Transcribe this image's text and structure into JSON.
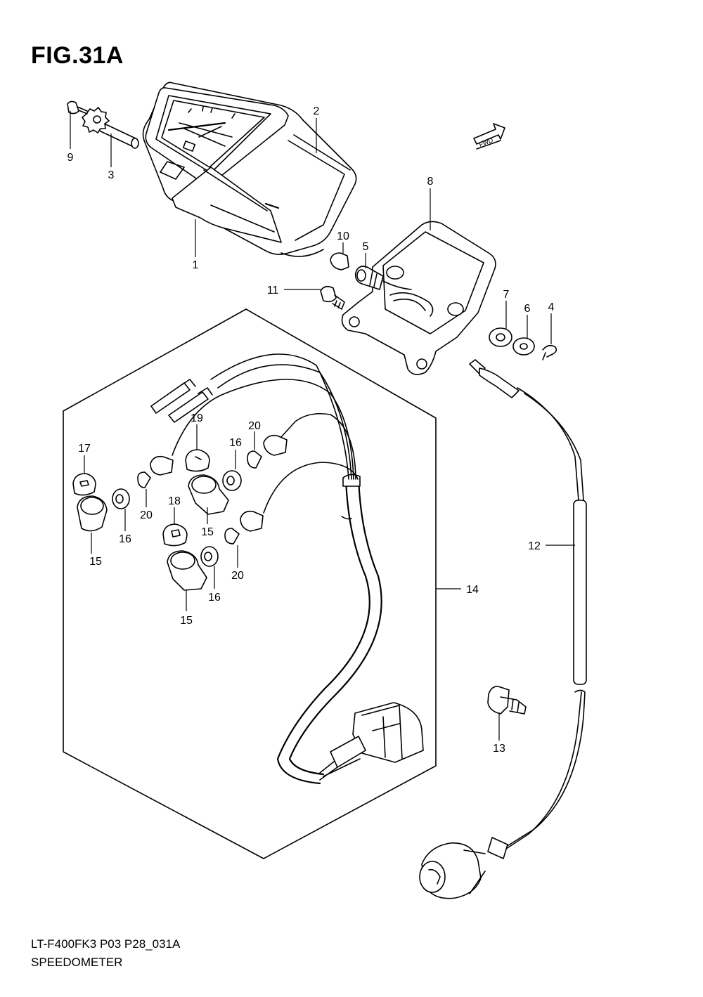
{
  "figure": {
    "title": "FIG.31A",
    "model_code": "LT-F400FK3 P03 P28_031A",
    "name": "SPEEDOMETER",
    "fwd_label": "FWD"
  },
  "callouts": [
    {
      "id": "c1",
      "label": "1"
    },
    {
      "id": "c2",
      "label": "2"
    },
    {
      "id": "c3",
      "label": "3"
    },
    {
      "id": "c4",
      "label": "4"
    },
    {
      "id": "c5",
      "label": "5"
    },
    {
      "id": "c6",
      "label": "6"
    },
    {
      "id": "c7",
      "label": "7"
    },
    {
      "id": "c8",
      "label": "8"
    },
    {
      "id": "c9",
      "label": "9"
    },
    {
      "id": "c10",
      "label": "10"
    },
    {
      "id": "c11",
      "label": "11"
    },
    {
      "id": "c12",
      "label": "12"
    },
    {
      "id": "c13",
      "label": "13"
    },
    {
      "id": "c14",
      "label": "14"
    },
    {
      "id": "c15a",
      "label": "15"
    },
    {
      "id": "c15b",
      "label": "15"
    },
    {
      "id": "c15c",
      "label": "15"
    },
    {
      "id": "c16a",
      "label": "16"
    },
    {
      "id": "c16b",
      "label": "16"
    },
    {
      "id": "c16c",
      "label": "16"
    },
    {
      "id": "c17",
      "label": "17"
    },
    {
      "id": "c18",
      "label": "18"
    },
    {
      "id": "c19",
      "label": "19"
    },
    {
      "id": "c20a",
      "label": "20"
    },
    {
      "id": "c20b",
      "label": "20"
    },
    {
      "id": "c20c",
      "label": "20"
    }
  ]
}
